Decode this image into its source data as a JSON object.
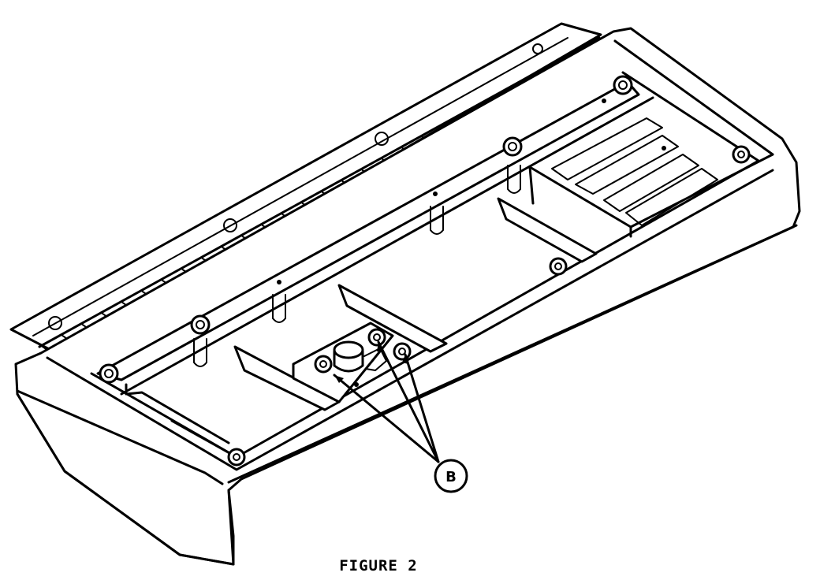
{
  "figure": {
    "caption": "FIGURE 2",
    "callouts": [
      {
        "id": "B",
        "label": "B"
      }
    ]
  },
  "colors": {
    "ink": "#000000",
    "paper": "#ffffff"
  }
}
